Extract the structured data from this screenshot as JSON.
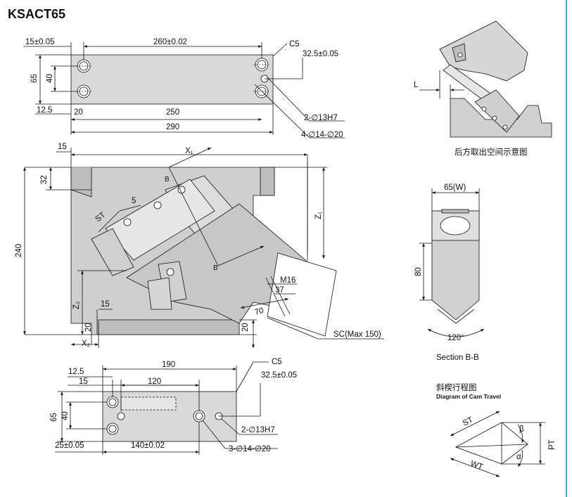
{
  "title": "KSACT65",
  "top_view": {
    "dims": {
      "d15": "15±0.05",
      "d260": "260±0.02",
      "c5": "C5",
      "d32_5": "32.5±0.05",
      "d65": "65",
      "d40": "40",
      "d12_5": "12.5",
      "d20": "20",
      "d250": "250",
      "d290": "290",
      "holes_a": "2-∅13H7",
      "holes_b": "4-∅14-∅20"
    }
  },
  "side_view": {
    "dims": {
      "d15": "15",
      "x1": "X₁",
      "d32": "32",
      "b_top": "B",
      "st": "ST",
      "d5": "5",
      "z1": "Z₁",
      "d240": "240",
      "b_mid": "B",
      "m16": "M16",
      "d37": "37",
      "d70": "70",
      "z2": "Z₂",
      "d15b": "15",
      "d20a": "20",
      "d20b": "20",
      "x2": "X₂",
      "sc": "SC(Max 150)"
    }
  },
  "bottom_view": {
    "dims": {
      "d190": "190",
      "c5": "C5",
      "d12_5": "12.5",
      "d15": "15",
      "d120": "120",
      "d32_5": "32.5±0.05",
      "d65": "65",
      "d40": "40",
      "holes_a": "2-∅13H7",
      "d25": "25±0.05",
      "d140": "140±0.02",
      "holes_b": "3-∅14-∅20"
    }
  },
  "rear_view": {
    "label_l": "L",
    "caption": "后方取出空间示意图"
  },
  "section_view": {
    "d65w": "65(W)",
    "d80": "80",
    "angle": "120°",
    "caption": "Section B-B"
  },
  "cam_diagram": {
    "caption_cn": "斜楔行程图",
    "caption_en": "Diagram of Cam Travel",
    "st": "ST",
    "wt": "WT",
    "beta": "β",
    "alpha": "α",
    "pt": "PT"
  }
}
